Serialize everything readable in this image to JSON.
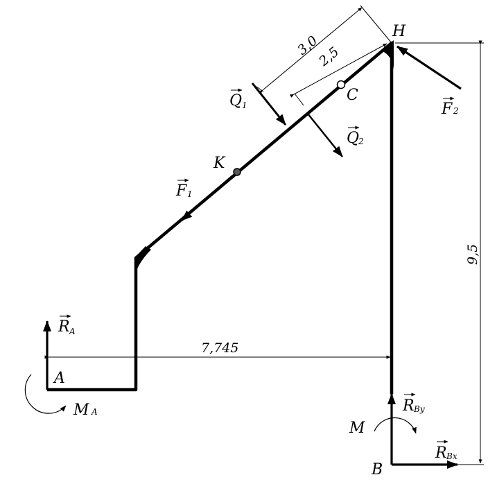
{
  "points": {
    "A": "A",
    "B": "B",
    "H": "H",
    "C": "C",
    "K": "K"
  },
  "forces": {
    "RA": {
      "main": "R",
      "sub": "A"
    },
    "MA": {
      "main": "M",
      "sub": "A"
    },
    "F1": {
      "main": "F",
      "sub": "1"
    },
    "F2": {
      "main": "F",
      "sub": "2"
    },
    "Q1": {
      "main": "Q",
      "sub": "1"
    },
    "Q2": {
      "main": "Q",
      "sub": "2"
    },
    "RBy": {
      "main": "R",
      "sub": "By"
    },
    "RBx": {
      "main": "R",
      "sub": "Bx"
    },
    "M": {
      "main": "M"
    }
  },
  "dimensions": {
    "horizontal": "7,745",
    "vertical": "9,5",
    "incline_long": "3,0",
    "incline_short": "2,5"
  }
}
